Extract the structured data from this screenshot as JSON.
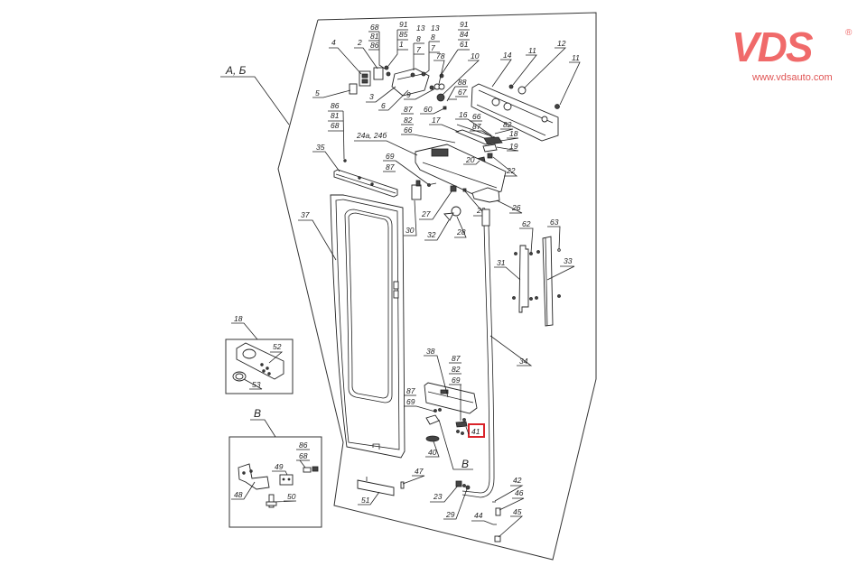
{
  "brand": {
    "logo_text": "VDS",
    "registered_mark": "®",
    "url": "www.vdsauto.com",
    "color": "#f06a6a"
  },
  "diagram": {
    "view_labels": {
      "main": "А, Б",
      "detail_v": "В",
      "detail_v_small": "В"
    },
    "highlighted_part": "41",
    "highlight_color": "#d9232a",
    "callouts": {
      "stack_68_81_86_top": [
        "68",
        "81",
        "86"
      ],
      "stack_91_85_1": [
        "91",
        "85",
        "1"
      ],
      "stack_13_8_7_a": [
        "13",
        "8",
        "7"
      ],
      "stack_13_8_7_b": [
        "13",
        "8",
        "7"
      ],
      "stack_91_84_61": [
        "91",
        "84",
        "61"
      ],
      "stack_88_67": [
        "88",
        "67"
      ],
      "stack_87_82_66": [
        "87",
        "82",
        "66"
      ],
      "stack_86_81_68": [
        "86",
        "81",
        "68"
      ],
      "stack_69_87": [
        "69",
        "87"
      ],
      "stack_66_87": [
        "66",
        "87"
      ],
      "stack_87_82_69": [
        "87",
        "82",
        "69"
      ],
      "stack_87_69": [
        "87",
        "69"
      ],
      "stack_86_68": [
        "86",
        "68"
      ]
    },
    "labels": {
      "p4": "4",
      "p2": "2",
      "p5": "5",
      "p3": "3",
      "p6": "6",
      "p9": "9",
      "p78": "78",
      "p10": "10",
      "p14": "14",
      "p11a": "11",
      "p11b": "11",
      "p12": "12",
      "p60": "60",
      "p17": "17",
      "p16": "16",
      "p82": "82",
      "p18": "18",
      "p19": "19",
      "p20": "20",
      "p22": "22",
      "p24": "24а, 24б",
      "p35": "35",
      "p26": "26",
      "p27": "27",
      "p29a": "29",
      "p30": "30",
      "p32": "32",
      "p28": "28",
      "p37": "37",
      "p62": "62",
      "p63": "63",
      "p31": "31",
      "p33": "33",
      "p34": "34",
      "p18b": "18",
      "p52": "52",
      "p53": "53",
      "p38": "38",
      "p41": "41",
      "p40": "40",
      "p48": "48",
      "p49": "49",
      "p50": "50",
      "p47": "47",
      "p51": "51",
      "p23": "23",
      "p29b": "29",
      "p42": "42",
      "p46": "46",
      "p44": "44",
      "p45": "45"
    }
  }
}
